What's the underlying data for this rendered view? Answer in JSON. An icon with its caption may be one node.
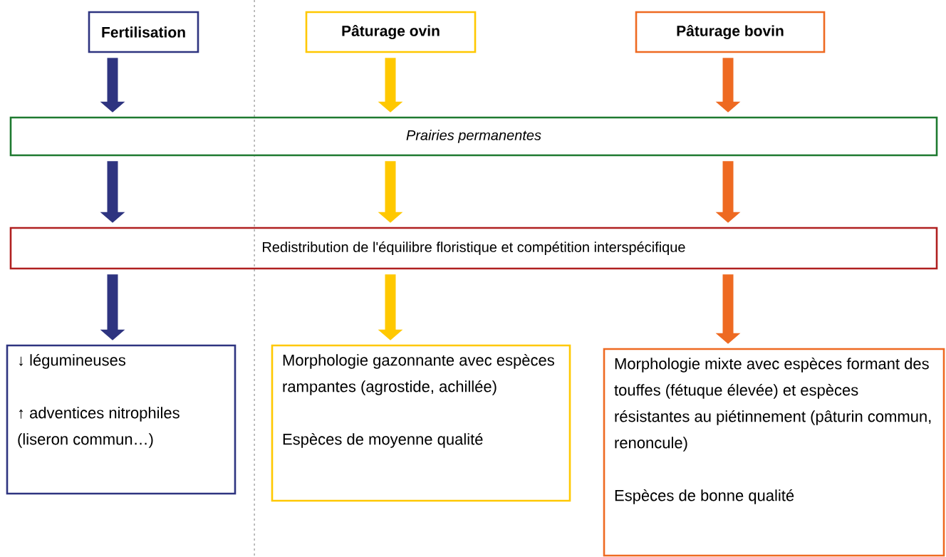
{
  "diagram": {
    "nodes": [
      {
        "text": [
          "Fertilisation"
        ]
      },
      {
        "text": [
          "Pâturage ovin"
        ]
      },
      {
        "text": [
          "Pâturage bovin"
        ]
      },
      {
        "text": [
          "Prairies permanentes"
        ]
      },
      {
        "text": [
          "Redistribution de l'équilibre floristique et compétition interspécifique"
        ]
      },
      {
        "text": [
          "↓ légumineuses",
          "↑ adventices nitrophiles (liseron commun…)"
        ]
      },
      {
        "text": [
          "Morphologie gazonnante avec espèces rampantes (agrostide, achillée)",
          "Espèces de moyenne qualité"
        ]
      },
      {
        "text": [
          "Morphologie mixte avec espèces formant des touffes (fétuque élevée) et espèces résistantes au piétinnement (pâturin commun, renoncule)",
          "Espèces de bonne qualité"
        ]
      }
    ],
    "edges": [
      {
        "from": 0,
        "to": 3,
        "arrow": "to",
        "color": "#2e3480"
      },
      {
        "from": 1,
        "to": 3,
        "arrow": "to",
        "color": "#ffc800"
      },
      {
        "from": 2,
        "to": 3,
        "arrow": "to",
        "color": "#ee6a22"
      },
      {
        "from": 3,
        "to": 4,
        "arrow": "to",
        "color": "#2e3480"
      },
      {
        "from": 3,
        "to": 4,
        "arrow": "to",
        "color": "#ffc800"
      },
      {
        "from": 3,
        "to": 4,
        "arrow": "to",
        "color": "#ee6a22"
      },
      {
        "from": 4,
        "to": 5,
        "arrow": "to",
        "color": "#2e3480"
      },
      {
        "from": 4,
        "to": 6,
        "arrow": "to",
        "color": "#ffc800"
      },
      {
        "from": 4,
        "to": 7,
        "arrow": "to",
        "color": "#ee6a22"
      }
    ]
  }
}
